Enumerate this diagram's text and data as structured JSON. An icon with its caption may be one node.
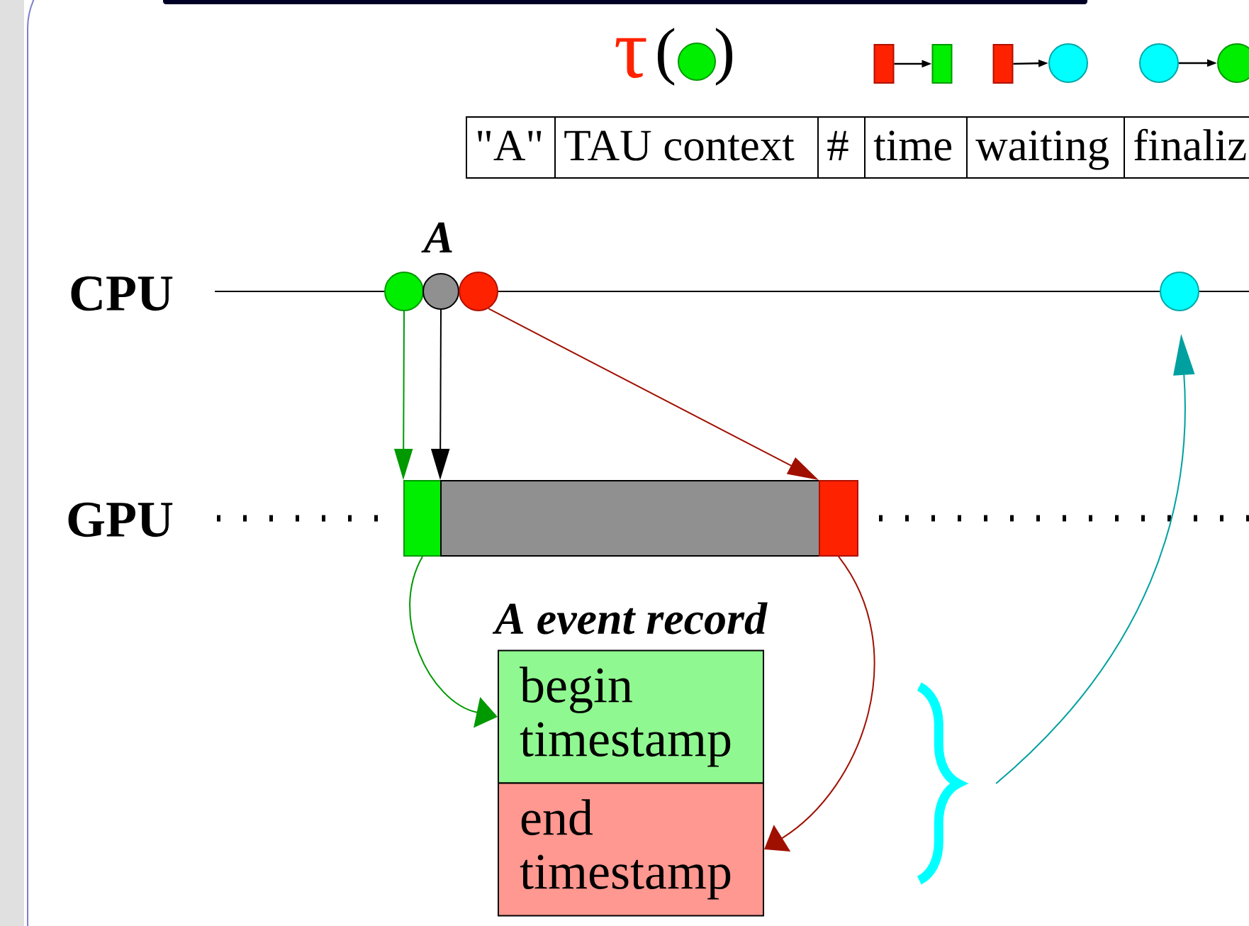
{
  "diagram": {
    "nodes": [
      {
        "text": [],
        "shape": "circle",
        "beside": [
          "τ",
          "(",
          ")"
        ]
      },
      {
        "text": [],
        "shape": "box"
      },
      {
        "text": [],
        "shape": "box"
      },
      {
        "text": [],
        "shape": "box"
      },
      {
        "text": [],
        "shape": "circle"
      },
      {
        "text": [],
        "shape": "circle"
      },
      {
        "text": [],
        "shape": "circle"
      },
      {
        "text": [],
        "shape": "circle"
      },
      {
        "text": [],
        "shape": "circle"
      },
      {
        "text": [],
        "shape": "circle"
      },
      {
        "text": [],
        "shape": "circle"
      },
      {
        "text": [],
        "shape": "box"
      },
      {
        "text": [],
        "shape": "bar"
      },
      {
        "text": [],
        "shape": "box"
      },
      {
        "text": [
          "begin timestamp"
        ]
      },
      {
        "text": [
          "end timestamp"
        ]
      },
      {
        "text": [],
        "shape": "brace"
      }
    ],
    "edges": [
      {
        "from": 1,
        "to": 2,
        "arrow": "to"
      },
      {
        "from": 3,
        "to": 4,
        "arrow": "to"
      },
      {
        "from": 5,
        "to": 6,
        "arrow": "to"
      },
      {
        "from": 7,
        "to": 11,
        "arrow": "to",
        "color": "#009900"
      },
      {
        "from": 8,
        "to": 12,
        "arrow": "to"
      },
      {
        "from": 9,
        "to": 13,
        "arrow": "to",
        "color": "#a01000"
      },
      {
        "from": 11,
        "to": 14,
        "arrow": "to",
        "color": "#009900"
      },
      {
        "from": 13,
        "to": 15,
        "arrow": "to",
        "color": "#a01000"
      },
      {
        "from": 16,
        "to": 10,
        "arrow": "to",
        "color": "#00a0a0"
      }
    ],
    "labels": [
      "\"A\"",
      "TAU context",
      "#",
      "time",
      "waiting",
      "finaliz",
      "A",
      "CPU",
      "GPU",
      "A event record"
    ]
  }
}
